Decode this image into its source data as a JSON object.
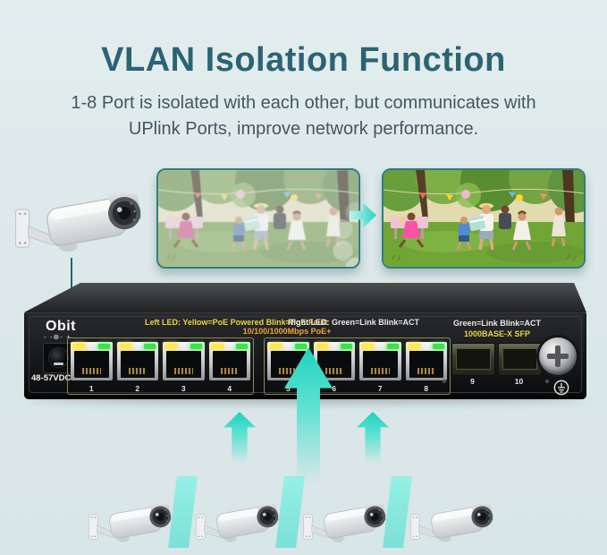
{
  "header": {
    "title": "VLAN Isolation Function",
    "subtitle_line1": "1-8 Port is isolated with each other, but communicates with",
    "subtitle_line2": "UPlink Ports, improve network performance."
  },
  "switch": {
    "brand": "Obit",
    "polarity": "- -⊕- +",
    "power": "48-57VDC",
    "left_led": "Left LED: Yellow=PoE Powered Blink=PoE Fault",
    "right_led": "Right LED: Green=Link Blink=ACT",
    "poe": "10/100/1000Mbps PoE+",
    "sfp_led": "Green=Link Blink=ACT",
    "sfp": "1000BASE-X SFP",
    "ports": [
      "1",
      "2",
      "3",
      "4",
      "5",
      "6",
      "7",
      "8"
    ],
    "sfp_ports": [
      "9",
      "10"
    ]
  },
  "colors": {
    "accent_teal": "#2ed5c2",
    "title_teal": "#2c6373",
    "led_yellow": "#ffe94d",
    "led_green": "#3fe04a",
    "label_yellow": "#ecd23e",
    "label_orange": "#f0a33a",
    "photo_border": "#2f7e7e"
  }
}
